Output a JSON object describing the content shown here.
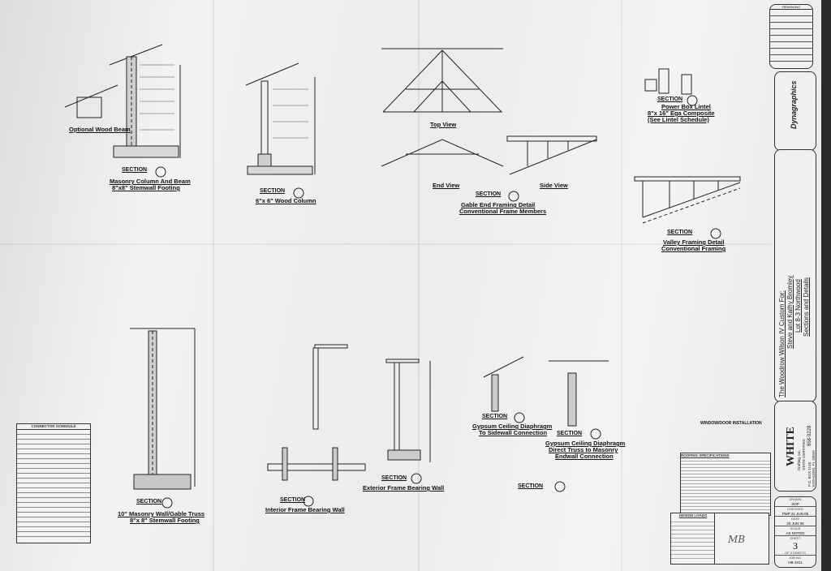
{
  "details": {
    "optional_wood_beam": "Optional Wood Beam",
    "masonry_column": {
      "section": "SECTION",
      "line1": "Masonry Column And Beam",
      "line2": "8\"x8\" Stemwall Footing"
    },
    "wood_column": {
      "section": "SECTION",
      "line1": "6\"x 6\" Wood Column"
    },
    "gable": {
      "top_view": "Top View",
      "end_view": "End View",
      "side_view": "Side View",
      "section": "SECTION",
      "line1": "Gable End Framing Detail",
      "line2": "Conventional Frame Members"
    },
    "lintel": {
      "section": "SECTION",
      "line1": "Power Box Lintel",
      "line2": "8\"x 16\" Ega Composite",
      "line3": "(See Lintel Schedule)"
    },
    "valley": {
      "section": "SECTION",
      "line1": "Valley Framing Detail",
      "line2": "Conventional Framing"
    },
    "masonry_wall": {
      "section": "SECTION",
      "line1": "10\" Masonry Wall/Gable Truss",
      "line2": "8\"x 8\" Stemwall Footing"
    },
    "interior_wall": {
      "section": "SECTION",
      "line1": "Interior Frame Bearing Wall"
    },
    "exterior_wall": {
      "section": "SECTION",
      "line1": "Exterior Frame Bearing Wall"
    },
    "gypsum_sidewall": {
      "section": "SECTION",
      "line1": "Gypsum Ceiling Diaphragm",
      "line2": "To Sidewall Connection"
    },
    "gypsum_endwall": {
      "section": "SECTION",
      "line1": "Gypsum Ceiling Diaphragm",
      "line2": "Direct Truss to Masonry",
      "line3": "Endwall Connection"
    },
    "section_marker": {
      "section": "SECTION"
    }
  },
  "connector_schedule": {
    "title": "CONNECTOR SCHEDULE"
  },
  "notes": {
    "window_door": "WINDOW/DOOR INSTALLATION",
    "roofing": "ROOFING SPECIFICATIONS",
    "design_loads": "DESIGN LOADS",
    "signature": "MB"
  },
  "title_block": {
    "revisions": "REVISIONS",
    "firm_logo": "Dynagraphics",
    "project_line1": "The Woodrow Wilson IV Custom For:",
    "project_line2": "Steve and Kathy Bromley",
    "project_line3": "Lot 8-3 Northwood",
    "project_line4": "Sections and Details",
    "drafter_name": "WHITE",
    "drafter_sub": "Drafting, Inc.",
    "drafter_cert": "STATE CERTIFIED",
    "address1": "P.O. BOX 1148",
    "address2": "KATHLEEN, FL 33849",
    "phone": "858-9228",
    "drawn_label": "DRAWN",
    "drawn": "SOP",
    "checked_label": "CHECKED",
    "checked": "PMP 21 JUN 05",
    "date_label": "DATE",
    "date": "20 JUN 05",
    "scale_label": "SCALE",
    "scale": "AS NOTED",
    "sheet_label": "SHEET",
    "sheet": "3",
    "of_label": "OF",
    "of_count": "5",
    "sheets_label": "SHEETS",
    "job_label": "JOB NO.",
    "job": "HB-1011"
  }
}
